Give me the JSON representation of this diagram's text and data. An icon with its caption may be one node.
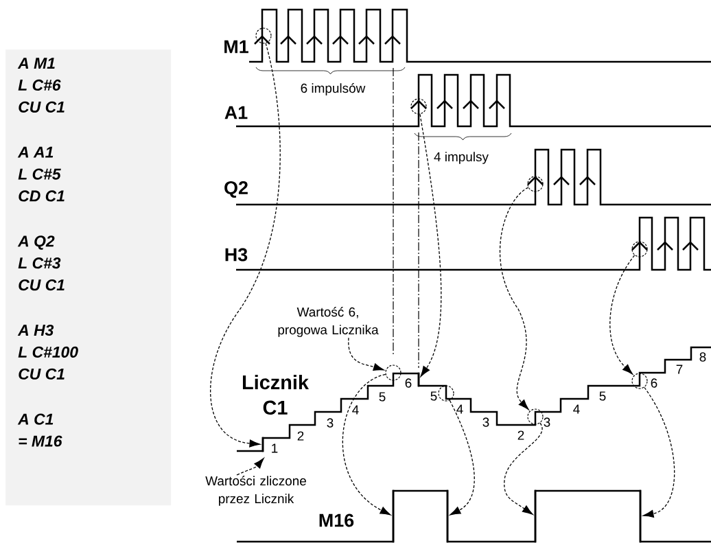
{
  "diagram": {
    "nodes": [
      {
        "text": [
          "A M1",
          "L C#6",
          "CU C1",
          "A A1",
          "L C#5",
          "CD C1",
          "A Q2",
          "L C#3",
          "CU C1",
          "A H3",
          "L C#100",
          "CU C1",
          "A C1",
          "= M16"
        ]
      },
      {
        "text": [],
        "shape": "circle"
      },
      {
        "text": [],
        "shape": "circle"
      },
      {
        "text": [],
        "shape": "circle"
      },
      {
        "text": [],
        "shape": "circle"
      },
      {
        "text": [],
        "shape": "line"
      },
      {
        "text": [],
        "shape": "line"
      },
      {
        "text": [],
        "shape": "circle"
      },
      {
        "text": [],
        "shape": "circle"
      },
      {
        "text": [],
        "shape": "circle"
      },
      {
        "text": [],
        "shape": "circle"
      },
      {
        "text": [],
        "shape": "line"
      },
      {
        "text": [],
        "shape": "line"
      },
      {
        "text": [],
        "shape": "line"
      },
      {
        "text": [],
        "shape": "line"
      },
      {
        "text": [
          "Wartość 6, progowa Licznika"
        ]
      },
      {
        "text": [
          "Wartości zliczone przez Licznik"
        ]
      }
    ],
    "edges": [
      {
        "from": 1,
        "to": 5,
        "arrow": "to",
        "style": "dashed"
      },
      {
        "from": 2,
        "to": 6,
        "arrow": "to",
        "style": "dashed"
      },
      {
        "from": 3,
        "to": 9,
        "arrow": "to",
        "style": "dashed"
      },
      {
        "from": 4,
        "to": 10,
        "arrow": "to",
        "style": "dashed"
      },
      {
        "from": 7,
        "to": 11,
        "arrow": "to",
        "style": "dashed"
      },
      {
        "from": 8,
        "to": 12,
        "arrow": "to",
        "style": "dashed"
      },
      {
        "from": 9,
        "to": 13,
        "arrow": "to",
        "style": "dashed"
      },
      {
        "from": 10,
        "to": 14,
        "arrow": "to",
        "style": "dashed"
      },
      {
        "from": 15,
        "to": 7,
        "arrow": "to",
        "style": "dashed"
      },
      {
        "from": 16,
        "to": 5,
        "arrow": "to",
        "style": "dashed"
      }
    ],
    "labels": [
      "M1",
      "6 impulsów",
      "A1",
      "4 impulsy",
      "Q2",
      "H3",
      "Licznik C1",
      "1",
      "2",
      "3",
      "4",
      "5",
      "6",
      "5",
      "4",
      "3",
      "2",
      "3",
      "4",
      "5",
      "6",
      "7",
      "8",
      "M16"
    ]
  }
}
